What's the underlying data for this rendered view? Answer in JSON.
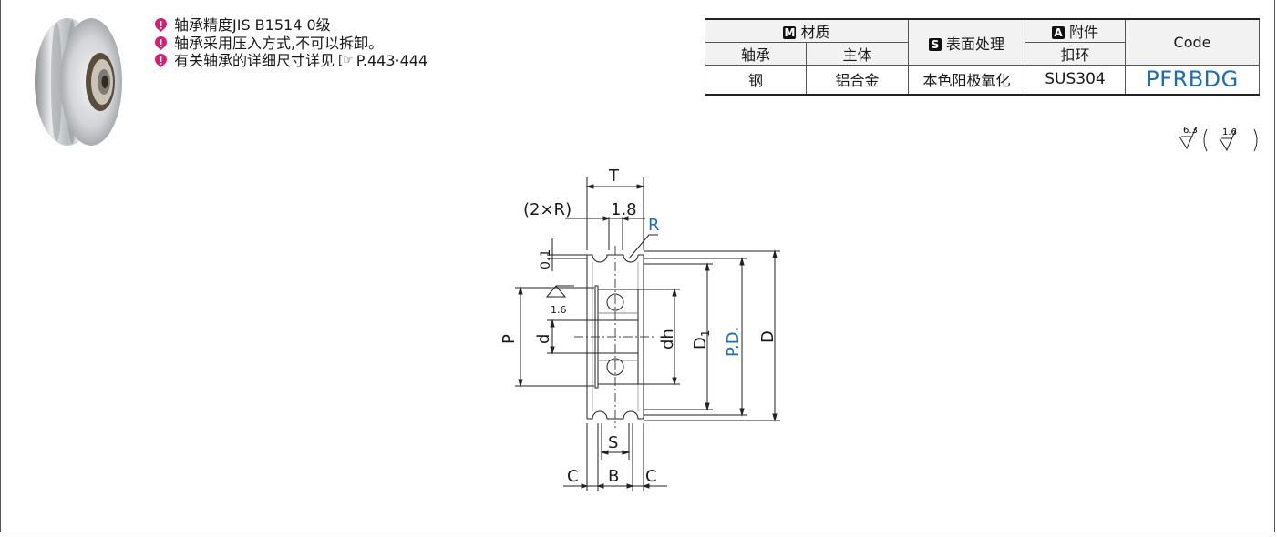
{
  "notes": [
    "轴承精度JIS  B1514  0级",
    "轴承采用压入方式,不可以拆卸。",
    "有关轴承的详细尺寸详见",
    "P.443·444"
  ],
  "table": {
    "material_tag": "M",
    "material_label": "材质",
    "surface_tag": "S",
    "surface_label": "表面处理",
    "accessory_tag": "A",
    "accessory_label": "附件",
    "code_label": "Code",
    "sub_bearing": "轴承",
    "sub_body": "主体",
    "sub_snap_ring": "扣环",
    "val_bearing": "钢",
    "val_body": "铝合金",
    "val_surface": "本色阳极氧化",
    "val_snap_ring": "SUS304",
    "val_code": "PFRBDG"
  },
  "roughness": {
    "main": "6.3",
    "paren": "1.6"
  },
  "drawing": {
    "label_T": "T",
    "label_2xR": "(2×R)",
    "label_1_8": "1.8",
    "label_R": "R",
    "label_0_1": "0.1",
    "label_1_6": "1.6",
    "label_P": "P",
    "label_d": "d",
    "label_dh": "dh",
    "label_D1": "D",
    "label_D1_sub": "1",
    "label_PD": "P.D.",
    "label_D": "D",
    "label_S": "S",
    "label_C_left": "C",
    "label_B": "B",
    "label_C_right": "C"
  },
  "colors": {
    "accent": "#1b6db4",
    "bullet": "#d6206f"
  }
}
